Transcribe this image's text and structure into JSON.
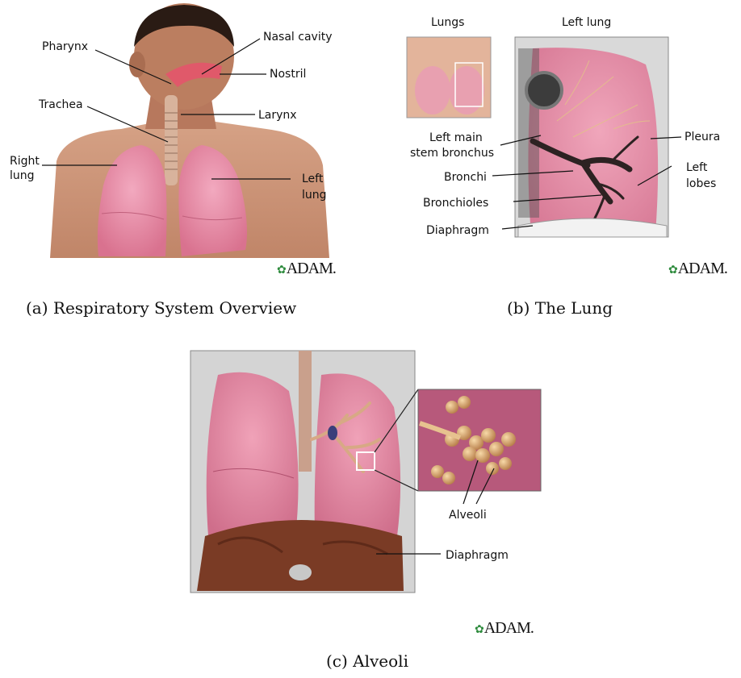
{
  "panels": {
    "a": {
      "caption": "(a) Respiratory System Overview",
      "labels": {
        "nasal_cavity": "Nasal cavity",
        "pharynx": "Pharynx",
        "nostril": "Nostril",
        "trachea": "Trachea",
        "larynx": "Larynx",
        "right_lung_1": "Right",
        "right_lung_2": "lung",
        "left_lung_1": "Left",
        "left_lung_2": "lung"
      },
      "logo": "ADAM."
    },
    "b": {
      "caption": "(b) The Lung",
      "labels": {
        "lungs": "Lungs",
        "left_lung": "Left lung",
        "left_main_1": "Left main",
        "left_main_2": "stem bronchus",
        "bronchi": "Bronchi",
        "bronchioles": "Bronchioles",
        "diaphragm": "Diaphragm",
        "pleura": "Pleura",
        "left_lobes_1": "Left",
        "left_lobes_2": "lobes"
      },
      "logo": "ADAM."
    },
    "c": {
      "caption": "(c) Alveoli",
      "labels": {
        "alveoli": "Alveoli",
        "diaphragm": "Diaphragm"
      },
      "logo": "ADAM."
    }
  },
  "colors": {
    "lung_pink": "#e58aa6",
    "skin": "#c78f72",
    "bronchi_dark": "#3a2a2a",
    "diaphragm_brown": "#7a3b25"
  }
}
